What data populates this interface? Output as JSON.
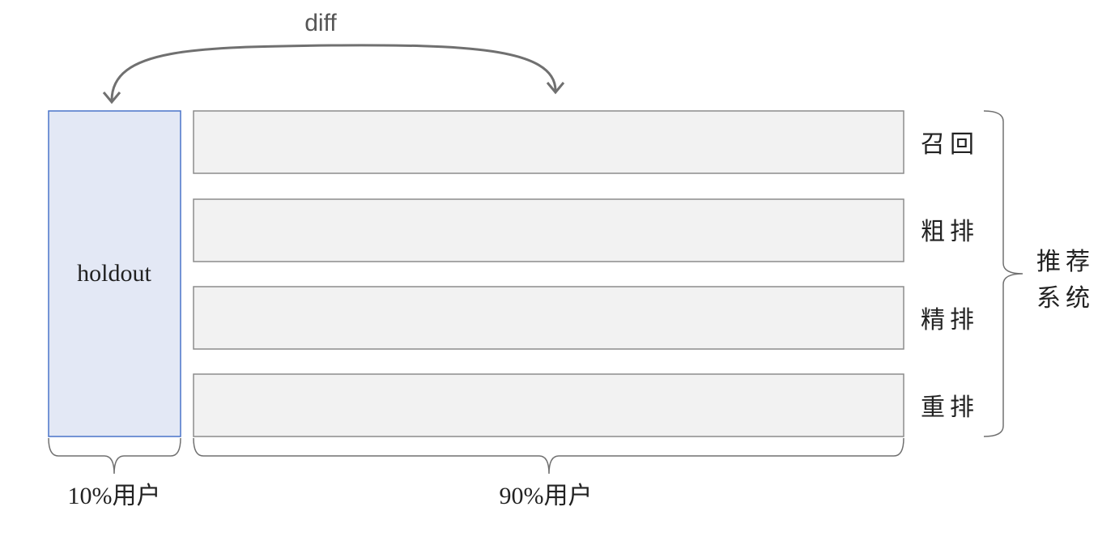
{
  "diagram": {
    "holdout_label": "holdout",
    "arrow_label": "diff",
    "stages": [
      {
        "label": "召回"
      },
      {
        "label": "粗排"
      },
      {
        "label": "精排"
      },
      {
        "label": "重排"
      }
    ],
    "system_label_line1": "推荐",
    "system_label_line2": "系统",
    "holdout_share_label": "10%用户",
    "experiment_share_label": "90%用户",
    "colors": {
      "holdout_fill": "#e3e8f5",
      "holdout_stroke": "#4a74c9",
      "stage_fill": "#f2f2f2",
      "stage_stroke": "#8c8c8c",
      "line": "#707070"
    }
  }
}
